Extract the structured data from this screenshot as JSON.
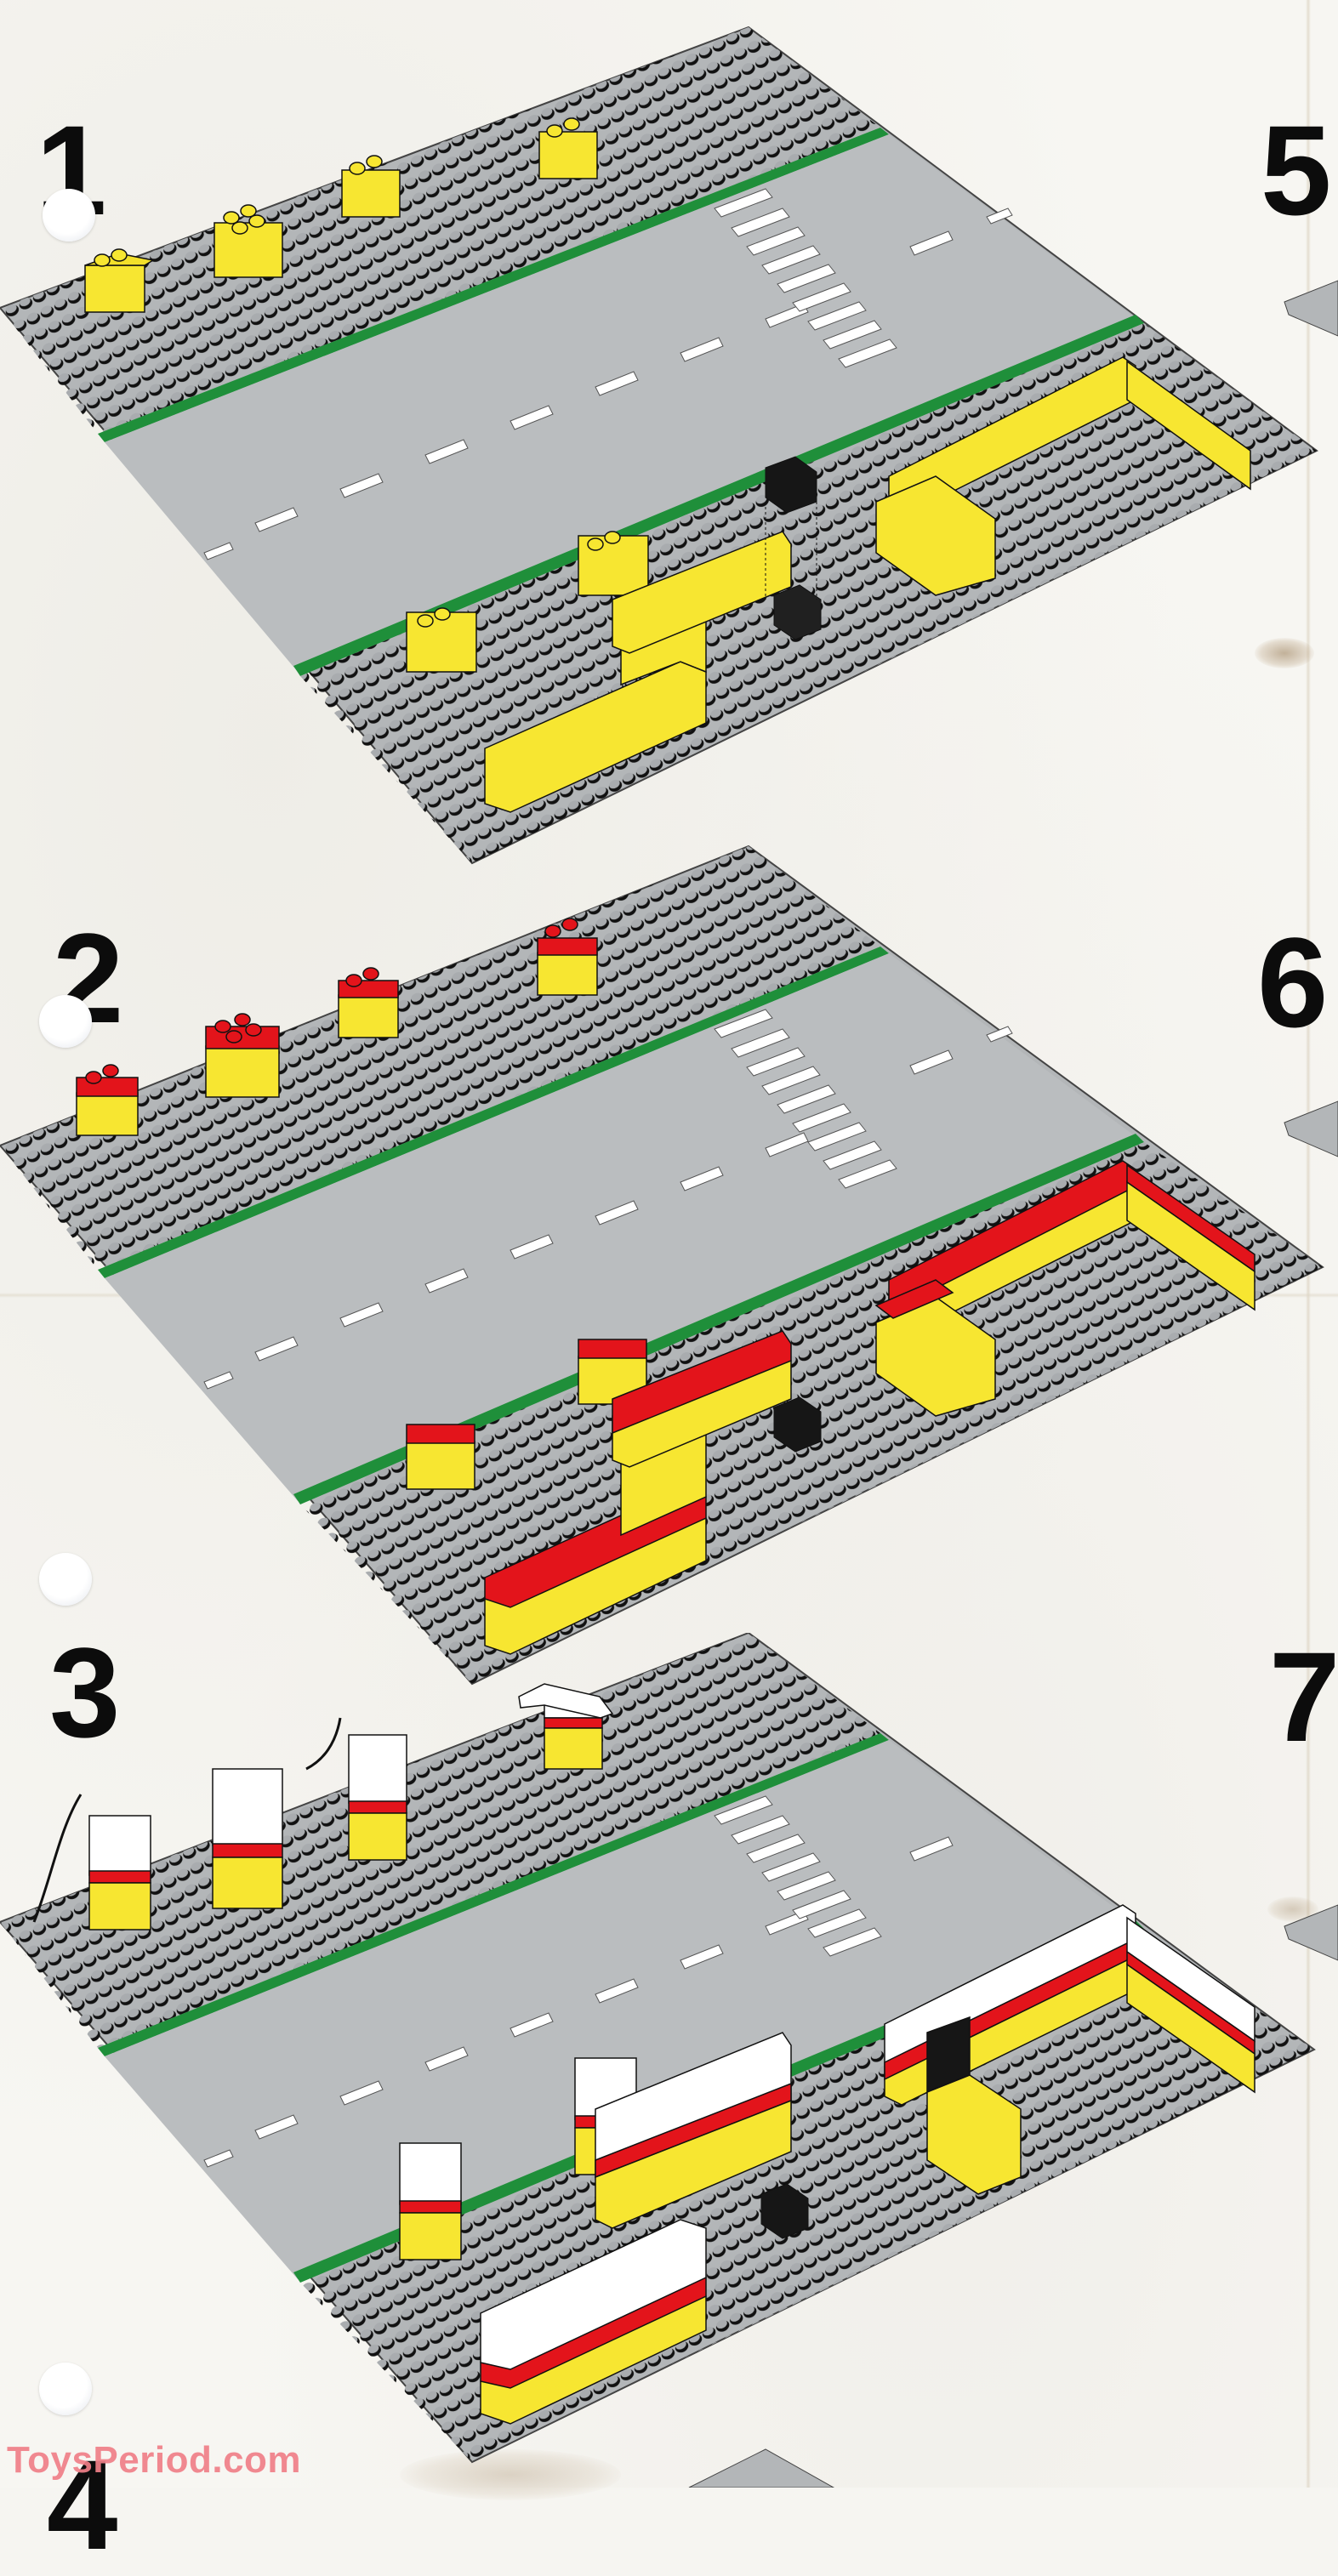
{
  "page": {
    "type": "LEGO building instructions (scanned page)",
    "watermark": "ToysPeriod.com"
  },
  "steps": [
    {
      "number": "1",
      "description": "Yellow 1x2 and 2x2 bricks placed on road baseplate; yellow wall bricks and a black 1x2 brick with placement guide"
    },
    {
      "number": "2",
      "description": "Red bricks stacked on top of the yellow bricks; black brick placed"
    },
    {
      "number": "3",
      "description": "White bricks with red stripes, chains, lamp and accessories added to form barriers"
    },
    {
      "number": "4",
      "description": "Partially visible at bottom edge"
    }
  ],
  "side_steps": [
    {
      "number": "5"
    },
    {
      "number": "6"
    },
    {
      "number": "7"
    }
  ],
  "colors": {
    "baseplate": "#b3b6b8",
    "road": "#b9bcbe",
    "stud": "#a7aaad",
    "stud_outline": "#111111",
    "green_stripe": "#1f8f3a",
    "brick_yellow": "#f7e631",
    "brick_red": "#e3141b",
    "brick_white": "#ffffff",
    "brick_black": "#151515",
    "road_marking": "#ffffff",
    "watermark": "#f07f88",
    "paper": "#f7f6f2"
  }
}
